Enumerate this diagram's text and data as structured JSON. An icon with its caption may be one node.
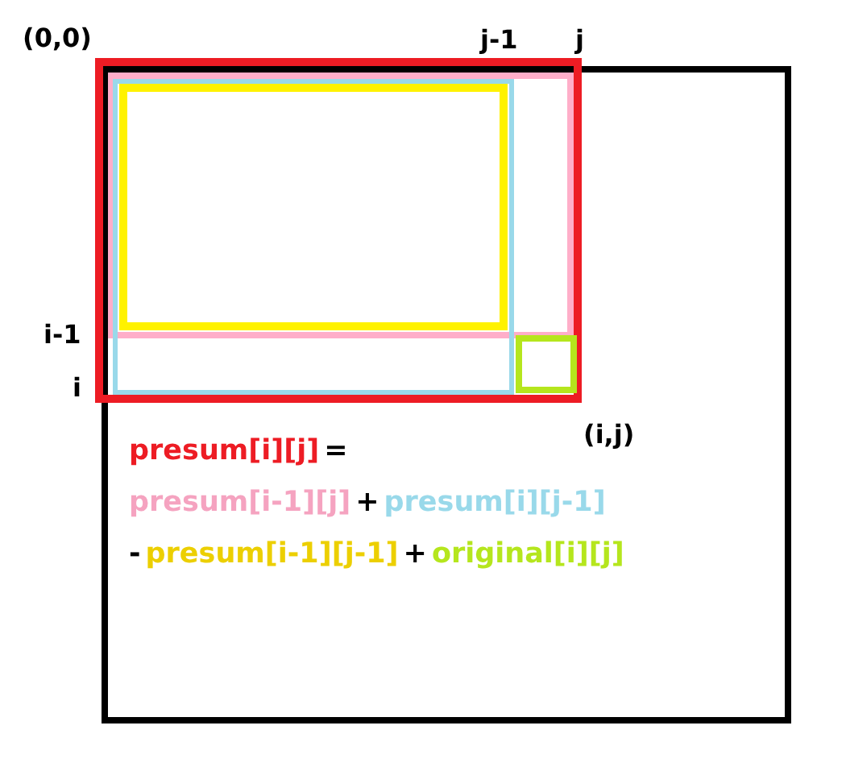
{
  "diagram": {
    "nodes": [
      {
        "text": [
          "presum[i][j]",
          "=",
          "presum[i-1][j]",
          "+",
          "presum[i][j-1]",
          "-",
          "presum[i-1][j-1]",
          "+",
          "original[i][j]"
        ]
      },
      {
        "text": [],
        "shape": "box",
        "in": 0
      },
      {
        "text": [],
        "shape": "box",
        "in": 1
      },
      {
        "text": [],
        "shape": "box",
        "in": 1
      },
      {
        "text": [],
        "shape": "box",
        "in": 2
      },
      {
        "text": [],
        "shape": "box",
        "in": 1
      }
    ],
    "labels": [
      "(0,0)",
      "j-1",
      "j",
      "i-1",
      "i",
      "(i,j)"
    ]
  }
}
